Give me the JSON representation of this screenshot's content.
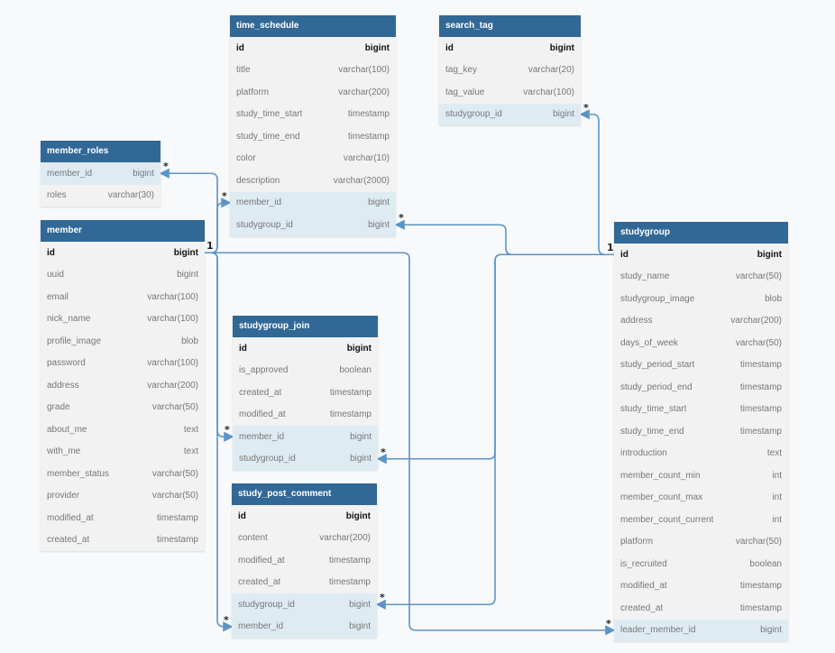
{
  "tables": [
    {
      "key": "time_schedule",
      "name": "time_schedule",
      "fields": [
        {
          "name": "id",
          "type": "bigint",
          "role": "pk"
        },
        {
          "name": "title",
          "type": "varchar(100)"
        },
        {
          "name": "platform",
          "type": "varchar(200)"
        },
        {
          "name": "study_time_start",
          "type": "timestamp"
        },
        {
          "name": "study_time_end",
          "type": "timestamp"
        },
        {
          "name": "color",
          "type": "varchar(10)"
        },
        {
          "name": "description",
          "type": "varchar(2000)"
        },
        {
          "name": "member_id",
          "type": "bigint",
          "role": "fk"
        },
        {
          "name": "studygroup_id",
          "type": "bigint",
          "role": "fk"
        }
      ]
    },
    {
      "key": "search_tag",
      "name": "search_tag",
      "fields": [
        {
          "name": "id",
          "type": "bigint",
          "role": "pk"
        },
        {
          "name": "tag_key",
          "type": "varchar(20)"
        },
        {
          "name": "tag_value",
          "type": "varchar(100)"
        },
        {
          "name": "studygroup_id",
          "type": "bigint",
          "role": "fk"
        }
      ]
    },
    {
      "key": "member_roles",
      "name": "member_roles",
      "fields": [
        {
          "name": "member_id",
          "type": "bigint",
          "role": "fk"
        },
        {
          "name": "roles",
          "type": "varchar(30)"
        }
      ]
    },
    {
      "key": "member",
      "name": "member",
      "fields": [
        {
          "name": "id",
          "type": "bigint",
          "role": "pk"
        },
        {
          "name": "uuid",
          "type": "bigint"
        },
        {
          "name": "email",
          "type": "varchar(100)"
        },
        {
          "name": "nick_name",
          "type": "varchar(100)"
        },
        {
          "name": "profile_image",
          "type": "blob"
        },
        {
          "name": "password",
          "type": "varchar(100)"
        },
        {
          "name": "address",
          "type": "varchar(200)"
        },
        {
          "name": "grade",
          "type": "varchar(50)"
        },
        {
          "name": "about_me",
          "type": "text"
        },
        {
          "name": "with_me",
          "type": "text"
        },
        {
          "name": "member_status",
          "type": "varchar(50)"
        },
        {
          "name": "provider",
          "type": "varchar(50)"
        },
        {
          "name": "modified_at",
          "type": "timestamp"
        },
        {
          "name": "created_at",
          "type": "timestamp"
        }
      ]
    },
    {
      "key": "studygroup_join",
      "name": "studygroup_join",
      "fields": [
        {
          "name": "id",
          "type": "bigint",
          "role": "pk"
        },
        {
          "name": "is_approved",
          "type": "boolean"
        },
        {
          "name": "created_at",
          "type": "timestamp"
        },
        {
          "name": "modified_at",
          "type": "timestamp"
        },
        {
          "name": "member_id",
          "type": "bigint",
          "role": "fk"
        },
        {
          "name": "studygroup_id",
          "type": "bigint",
          "role": "fk"
        }
      ]
    },
    {
      "key": "study_post_comment",
      "name": "study_post_comment",
      "fields": [
        {
          "name": "id",
          "type": "bigint",
          "role": "pk"
        },
        {
          "name": "content",
          "type": "varchar(200)"
        },
        {
          "name": "modified_at",
          "type": "timestamp"
        },
        {
          "name": "created_at",
          "type": "timestamp"
        },
        {
          "name": "studygroup_id",
          "type": "bigint",
          "role": "fk"
        },
        {
          "name": "member_id",
          "type": "bigint",
          "role": "fk"
        }
      ]
    },
    {
      "key": "studygroup",
      "name": "studygroup",
      "fields": [
        {
          "name": "id",
          "type": "bigint",
          "role": "pk"
        },
        {
          "name": "study_name",
          "type": "varchar(50)"
        },
        {
          "name": "studygroup_image",
          "type": "blob"
        },
        {
          "name": "address",
          "type": "varchar(200)"
        },
        {
          "name": "days_of_week",
          "type": "varchar(50)"
        },
        {
          "name": "study_period_start",
          "type": "timestamp"
        },
        {
          "name": "study_period_end",
          "type": "timestamp"
        },
        {
          "name": "study_time_start",
          "type": "timestamp"
        },
        {
          "name": "study_time_end",
          "type": "timestamp"
        },
        {
          "name": "introduction",
          "type": "text"
        },
        {
          "name": "member_count_min",
          "type": "int"
        },
        {
          "name": "member_count_max",
          "type": "int"
        },
        {
          "name": "member_count_current",
          "type": "int"
        },
        {
          "name": "platform",
          "type": "varchar(50)"
        },
        {
          "name": "is_recruited",
          "type": "boolean"
        },
        {
          "name": "modified_at",
          "type": "timestamp"
        },
        {
          "name": "created_at",
          "type": "timestamp"
        },
        {
          "name": "leader_member_id",
          "type": "bigint",
          "role": "fk"
        }
      ]
    }
  ],
  "relationships": [
    {
      "from": "member_roles.member_id",
      "to": "member.id",
      "many": "*",
      "one": "1"
    },
    {
      "from": "time_schedule.member_id",
      "to": "member.id",
      "many": "*",
      "one": "1"
    },
    {
      "from": "studygroup_join.member_id",
      "to": "member.id",
      "many": "*",
      "one": "1"
    },
    {
      "from": "study_post_comment.member_id",
      "to": "member.id",
      "many": "*",
      "one": "1"
    },
    {
      "from": "studygroup.leader_member_id",
      "to": "member.id",
      "many": "*",
      "one": "1"
    },
    {
      "from": "time_schedule.studygroup_id",
      "to": "studygroup.id",
      "many": "*",
      "one": "1"
    },
    {
      "from": "search_tag.studygroup_id",
      "to": "studygroup.id",
      "many": "*",
      "one": "1"
    },
    {
      "from": "studygroup_join.studygroup_id",
      "to": "studygroup.id",
      "many": "*",
      "one": "1"
    },
    {
      "from": "study_post_comment.studygroup_id",
      "to": "studygroup.id",
      "many": "*",
      "one": "1"
    }
  ],
  "colors": {
    "header": "#316896",
    "connector": "#5b95c7",
    "fk_row": "#deebf3"
  }
}
